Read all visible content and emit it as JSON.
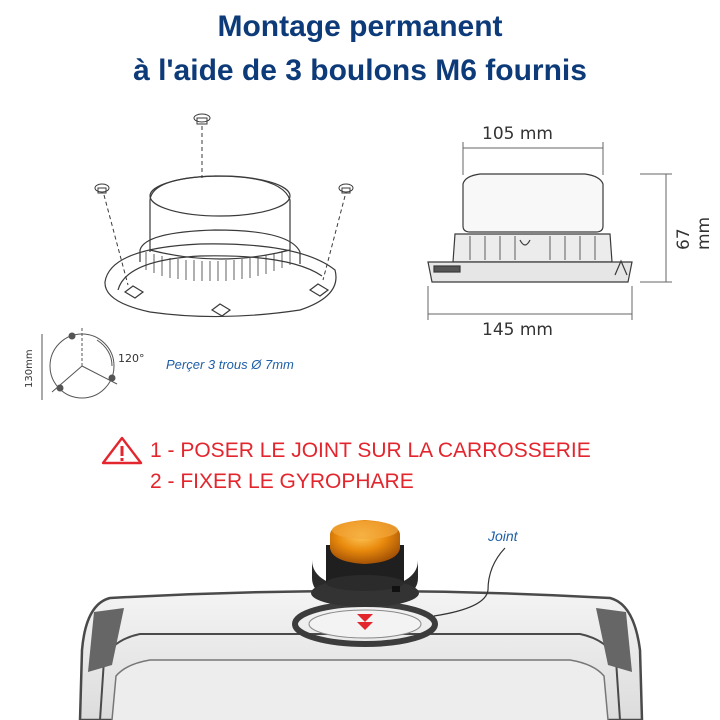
{
  "header": {
    "title_line1": "Montage permanent",
    "title_line2": "à l'aide de 3 boulons M6 fournis"
  },
  "dimensions": {
    "width_top": "105 mm",
    "width_bottom": "145 mm",
    "height": "67 mm"
  },
  "drilling": {
    "radius_label": "130mm",
    "angle_label": "120°",
    "instruction": "Perçer 3 trous Ø 7mm"
  },
  "steps": {
    "warning_icon": "warning-triangle-icon",
    "step1": "1 - POSER LE JOINT SUR LA CARROSSERIE",
    "step2": "2 - FIXER LE GYROPHARE"
  },
  "callout": {
    "joint_label": "Joint"
  },
  "colors": {
    "title": "#0d3a78",
    "warning": "#e3262d",
    "note": "#1f5fa8",
    "beacon_amber": "#e8890c"
  }
}
